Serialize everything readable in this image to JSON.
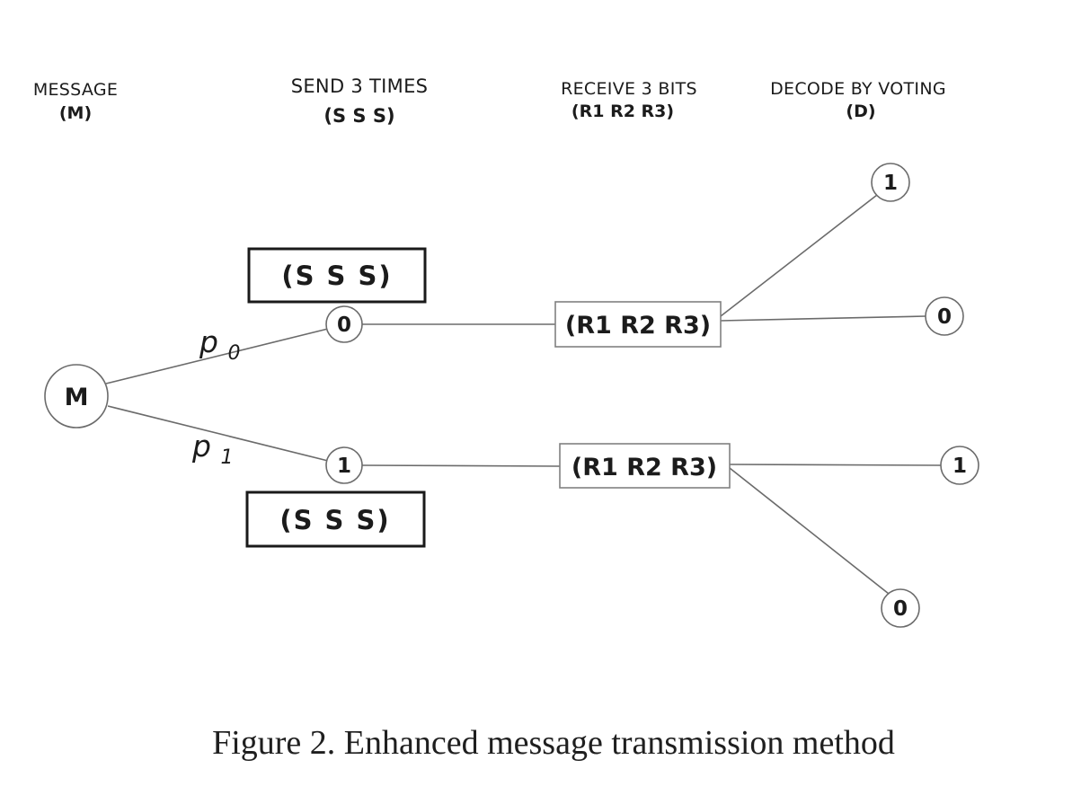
{
  "figure": {
    "caption": "Figure 2. Enhanced message transmission method"
  },
  "columns": [
    {
      "title": "MESSAGE",
      "symbol": "(M)"
    },
    {
      "title": "SEND 3 TIMES",
      "symbol": "(S S S)"
    },
    {
      "title": "RECEIVE 3 BITS",
      "symbol": "(R1 R2 R3)"
    },
    {
      "title": "DECODE BY VOTING",
      "symbol": "(D)"
    }
  ],
  "nodes": {
    "message": "M",
    "send_bit_0": "0",
    "send_bit_1": "1",
    "sss_box_top": "(S S S)",
    "sss_box_bottom": "(S S S)",
    "receive_box_top": "(R1 R2 R3)",
    "receive_box_bottom": "(R1 R2 R3)",
    "decode_top_upper": "1",
    "decode_top_right": "0",
    "decode_bottom_right": "1",
    "decode_bottom_lower": "0"
  },
  "edge_labels": {
    "p0": {
      "base": "p",
      "sub": "0"
    },
    "p1": {
      "base": "p",
      "sub": "1"
    }
  },
  "colors": {
    "text": "#1b1b1b",
    "wire": "#6b6b6b",
    "thick_box_border": "#1a1a1a",
    "thin_box_border": "#808080",
    "background": "#ffffff"
  }
}
